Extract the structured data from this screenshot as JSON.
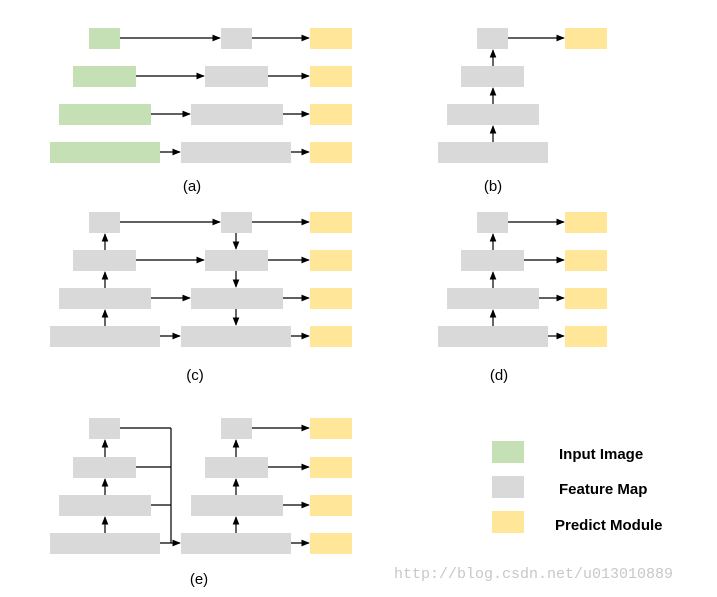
{
  "colors": {
    "input": "#c5e0b4",
    "feature": "#d9d9d9",
    "predict": "#ffe699",
    "arrow": "#000000"
  },
  "panels": {
    "a": {
      "label": "(a)"
    },
    "b": {
      "label": "(b)"
    },
    "c": {
      "label": "(c)"
    },
    "d": {
      "label": "(d)"
    },
    "e": {
      "label": "(e)"
    }
  },
  "legend": {
    "input": "Input Image",
    "feature": "Feature Map",
    "predict": "Predict Module"
  },
  "watermark": "http://blog.csdn.net/u013010889"
}
